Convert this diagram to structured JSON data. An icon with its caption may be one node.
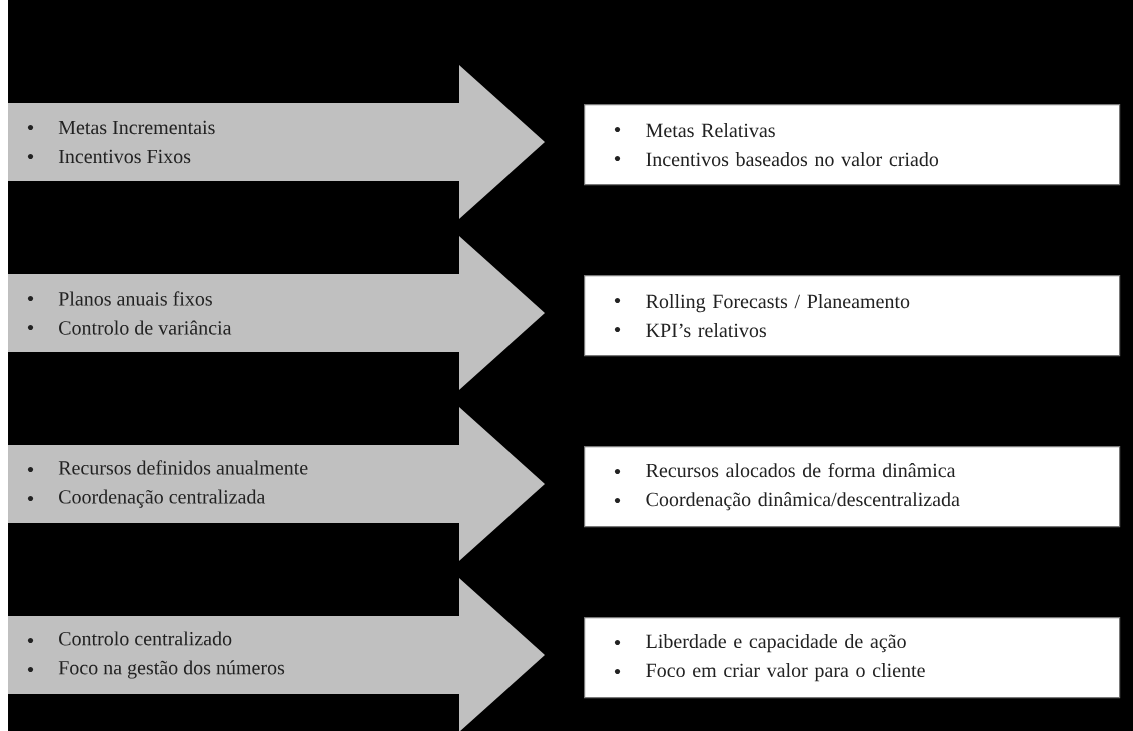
{
  "diagram": {
    "nodes": [
      {
        "text": [
          "Metas Incrementais",
          "Incentivos Fixos"
        ]
      },
      {
        "text": [
          "Metas Relativas",
          "Incentivos baseados no valor criado"
        ]
      },
      {
        "text": [
          "Planos anuais fixos",
          "Controlo de variância"
        ]
      },
      {
        "text": [
          "Rolling Forecasts / Planeamento",
          "KPI’s relativos"
        ]
      },
      {
        "text": [
          "Recursos definidos anualmente",
          "Coordenação centralizada"
        ]
      },
      {
        "text": [
          "Recursos alocados de forma dinâmica",
          "Coordenação dinâmica/descentralizada"
        ]
      },
      {
        "text": [
          "Controlo centralizado",
          "Foco na gestão dos números"
        ]
      },
      {
        "text": [
          "Liberdade e capacidade de ação",
          "Foco em criar valor para o cliente"
        ]
      }
    ]
  }
}
